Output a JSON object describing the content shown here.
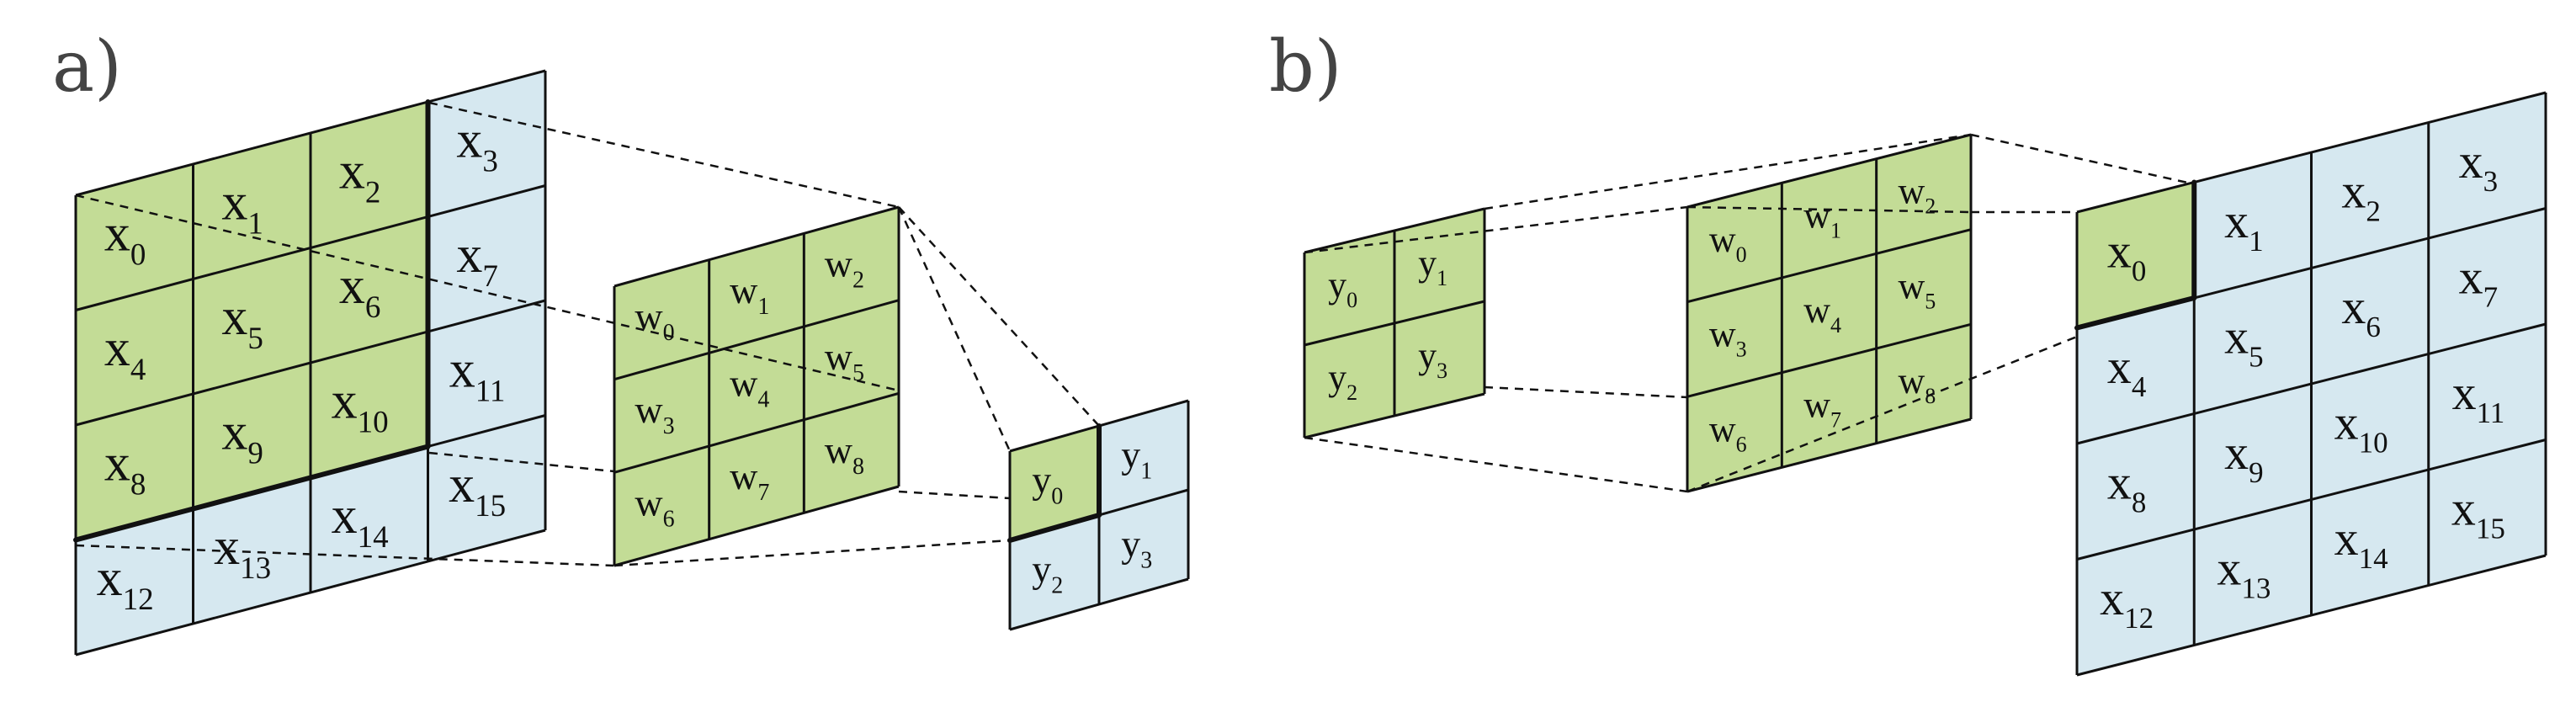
{
  "panels": {
    "a": {
      "label": "a)",
      "input": {
        "cols": 4,
        "rows": 4,
        "cells": [
          "x0",
          "x1",
          "x2",
          "x3",
          "x4",
          "x5",
          "x6",
          "x7",
          "x8",
          "x9",
          "x10",
          "x11",
          "x12",
          "x13",
          "x14",
          "x15"
        ],
        "highlighted": [
          0,
          1,
          2,
          4,
          5,
          6,
          8,
          9,
          10
        ]
      },
      "kernel": {
        "cols": 3,
        "rows": 3,
        "cells": [
          "w0",
          "w1",
          "w2",
          "w3",
          "w4",
          "w5",
          "w6",
          "w7",
          "w8"
        ],
        "highlighted": [
          0,
          1,
          2,
          3,
          4,
          5,
          6,
          7,
          8
        ]
      },
      "output": {
        "cols": 2,
        "rows": 2,
        "cells": [
          "y0",
          "y1",
          "y2",
          "y3"
        ],
        "highlighted": [
          0
        ]
      }
    },
    "b": {
      "label": "b)",
      "input": {
        "cols": 2,
        "rows": 2,
        "cells": [
          "y0",
          "y1",
          "y2",
          "y3"
        ],
        "highlighted": [
          0,
          1,
          2,
          3
        ]
      },
      "kernel": {
        "cols": 3,
        "rows": 3,
        "cells": [
          "w0",
          "w1",
          "w2",
          "w3",
          "w4",
          "w5",
          "w6",
          "w7",
          "w8"
        ],
        "highlighted": [
          0,
          1,
          2,
          3,
          4,
          5,
          6,
          7,
          8
        ]
      },
      "output": {
        "cols": 4,
        "rows": 4,
        "cells": [
          "x0",
          "x1",
          "x2",
          "x3",
          "x4",
          "x5",
          "x6",
          "x7",
          "x8",
          "x9",
          "x10",
          "x11",
          "x12",
          "x13",
          "x14",
          "x15"
        ],
        "highlighted": [
          0
        ]
      }
    }
  },
  "colors": {
    "highlight": "#c3dc96",
    "base": "#d6e8f0",
    "line": "#111111"
  }
}
